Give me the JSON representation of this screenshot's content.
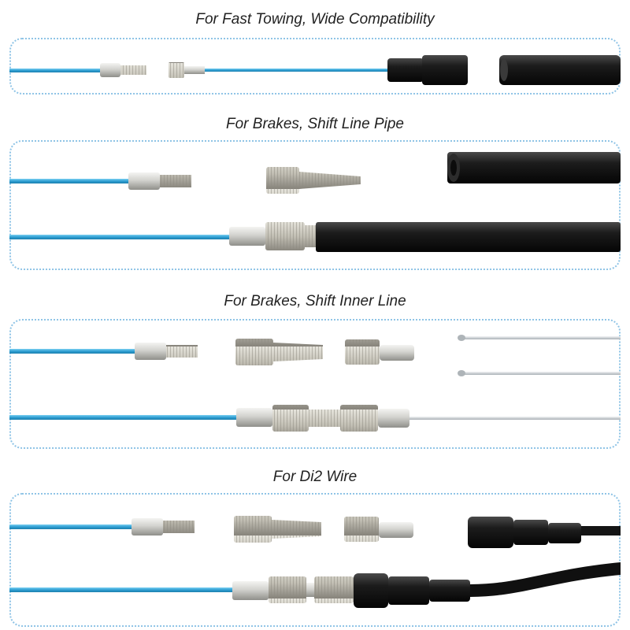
{
  "sections": [
    {
      "title": "For Fast Towing, Wide Compatibility"
    },
    {
      "title": "For Brakes, Shift Line Pipe"
    },
    {
      "title": "For Brakes, Shift Inner Line"
    },
    {
      "title": "For Di2 Wire"
    }
  ],
  "colors": {
    "panel_border": "#8fc4e6",
    "tow_cable": "#3aa8d8",
    "metal_fitting": "#c8c8c4",
    "housing": "#1a1a1a",
    "inner_wire": "#cfd3d6"
  }
}
